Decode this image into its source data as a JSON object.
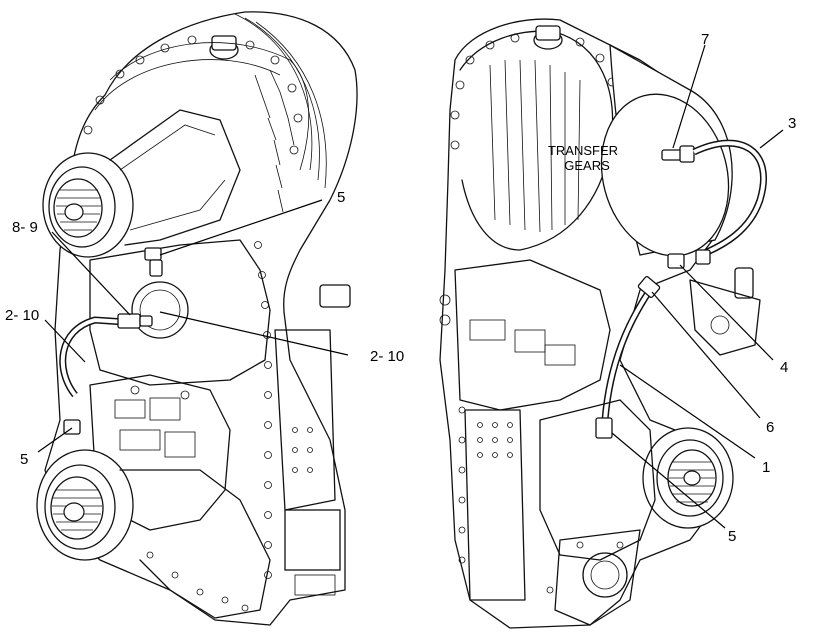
{
  "figure": {
    "inner_label_line1": "TRANSFER",
    "inner_label_line2": "GEARS"
  },
  "callouts": {
    "left": {
      "c5_top": "5",
      "c8_9": "8- 9",
      "c2_10_left": "2- 10",
      "c2_10_right": "2- 10",
      "c5_bottom": "5"
    },
    "right": {
      "c7": "7",
      "c3": "3",
      "c4": "4",
      "c6": "6",
      "c1": "1",
      "c5": "5"
    }
  },
  "icons": {
    "left_view": "transmission-left-view-drawing",
    "right_view": "transmission-right-view-drawing"
  }
}
